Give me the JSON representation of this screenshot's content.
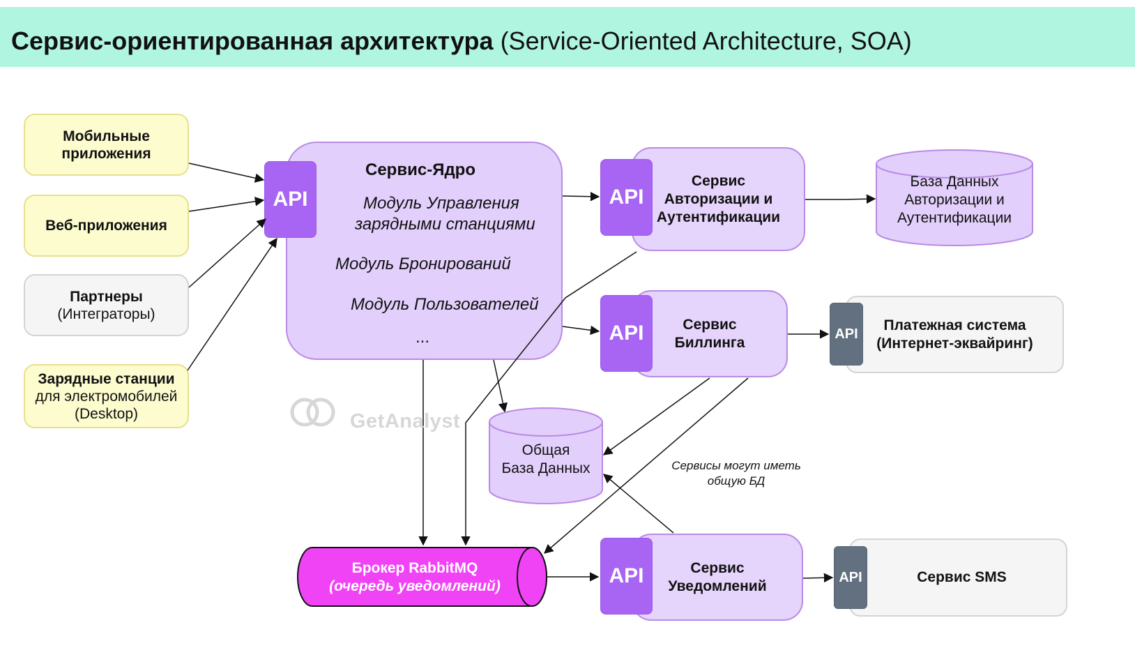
{
  "title": {
    "bold": "Сервис-ориентированная архитектура",
    "rest": "(Service-Oriented Architecture, SOA)"
  },
  "clients": {
    "mobile": "Мобильные приложения",
    "web": "Веб-приложения",
    "partners_title": "Партнеры",
    "partners_sub": "(Интеграторы)",
    "stations_title": "Зарядные станции",
    "stations_sub1": "для электромобилей",
    "stations_sub2": "(Desktop)"
  },
  "api_label": "API",
  "core": {
    "title": "Сервис-Ядро",
    "module1_line1": "Модуль Управления",
    "module1_line2": "зарядными станциями",
    "module2": "Модуль Бронирований",
    "module3": "Модуль Пользователей",
    "more": "..."
  },
  "services": {
    "auth_line1": "Сервис",
    "auth_line2": "Авторизации и",
    "auth_line3": "Аутентификации",
    "billing_line1": "Сервис",
    "billing_line2": "Биллинга",
    "notify_line1": "Сервис",
    "notify_line2": "Уведомлений"
  },
  "databases": {
    "auth_db_line1": "База Данных",
    "auth_db_line2": "Авторизации и",
    "auth_db_line3": "Аутентификации",
    "shared_db_line1": "Общая",
    "shared_db_line2": "База Данных"
  },
  "external": {
    "payment_line1": "Платежная система",
    "payment_line2": "(Интернет-эквайринг)",
    "sms": "Сервис SMS"
  },
  "broker": {
    "line1": "Брокер RabbitMQ",
    "line2": "(очередь уведомлений)"
  },
  "note": {
    "line1": "Сервисы могут иметь",
    "line2": "общую БД"
  },
  "watermark": "GetAnalyst",
  "colors": {
    "banner": "#b0f5e0",
    "client_fill": "#fdfccf",
    "service_fill": "#e5d4fb",
    "api_purple": "#a864f3",
    "api_grey": "#627080",
    "broker": "#f043f5"
  }
}
